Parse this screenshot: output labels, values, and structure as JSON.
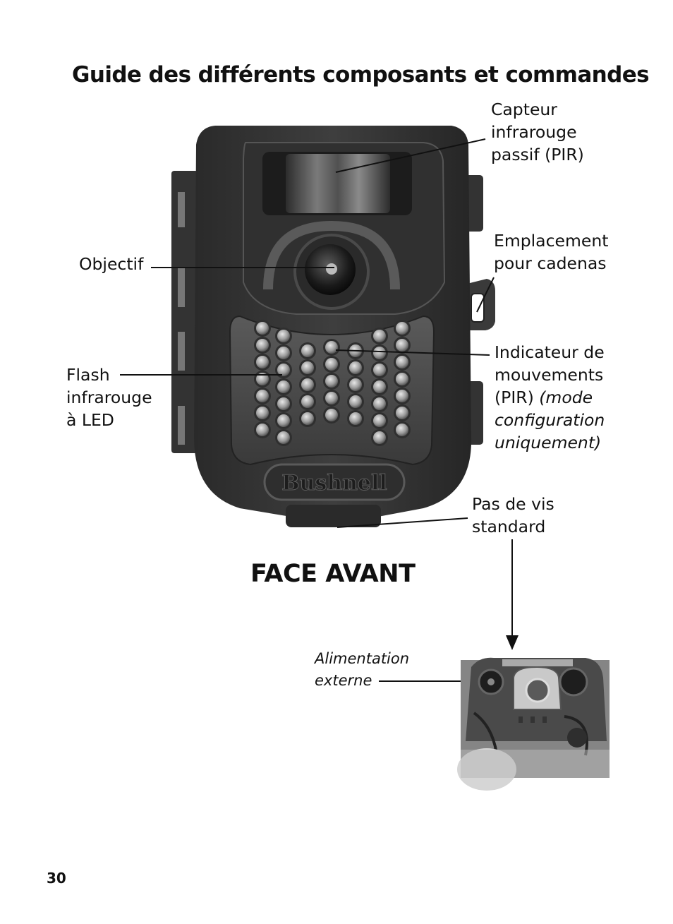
{
  "page": {
    "title": "Guide des différents composants et commandes",
    "subtitle": "FACE AVANT",
    "page_number": "30"
  },
  "labels": {
    "pir_sensor": [
      "Capteur",
      "infrarouge",
      "passif (PIR)"
    ],
    "lock_slot": [
      "Emplacement",
      "pour cadenas"
    ],
    "lens": "Objectif",
    "ir_flash": [
      "Flash",
      "infrarouge",
      "à LED"
    ],
    "motion_indicator": [
      "Indicateur de",
      "mouvements"
    ],
    "motion_indicator_pir": "(PIR)",
    "motion_indicator_note": [
      "(mode",
      "configuration",
      "uniquement)"
    ],
    "tripod_socket": [
      "Pas de vis",
      "standard"
    ],
    "external_power": [
      "Alimentation",
      "externe"
    ]
  },
  "camera": {
    "brand_logo": "Bushnell"
  }
}
